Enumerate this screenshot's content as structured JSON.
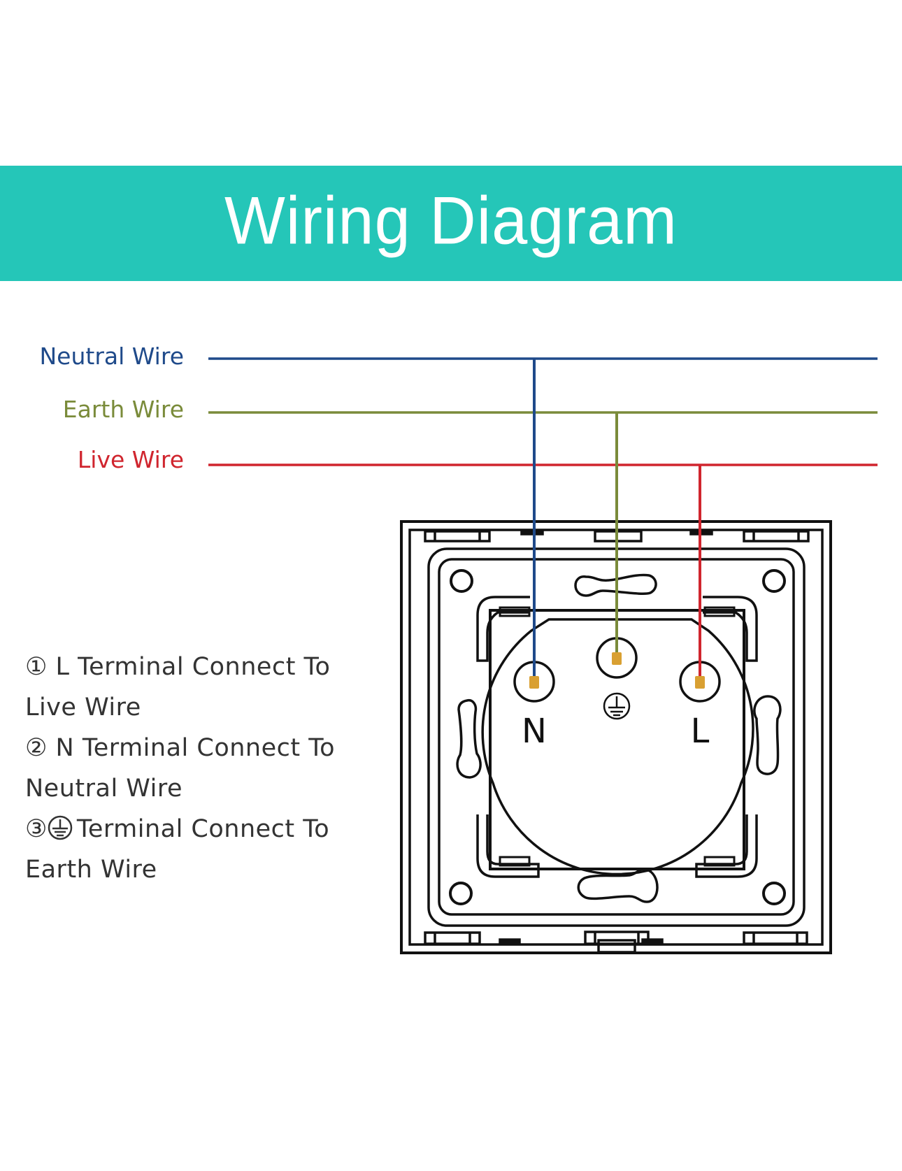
{
  "header": {
    "title": "Wiring Diagram",
    "background_color": "#25C6B8",
    "text_color": "#FFFFFF"
  },
  "wires": [
    {
      "id": "neutral",
      "label": "Neutral Wire",
      "color": "#1F4A8A"
    },
    {
      "id": "earth",
      "label": "Earth Wire",
      "color": "#7A8B3A"
    },
    {
      "id": "live",
      "label": "Live Wire",
      "color": "#D0252E"
    }
  ],
  "instructions": [
    {
      "number_symbol": "①",
      "line1": "L Terminal Connect To",
      "line2": "Live Wire"
    },
    {
      "number_symbol": "②",
      "line1": "N Terminal Connect To",
      "line2": "Neutral Wire"
    },
    {
      "number_symbol": "③",
      "earth_symbol": "⏚",
      "line1": "Terminal Connect To",
      "line2": "Earth Wire"
    }
  ],
  "socket": {
    "terminals": [
      {
        "id": "N",
        "label": "N",
        "wire": "neutral"
      },
      {
        "id": "earth",
        "label": "",
        "icon": "earth-ground-icon",
        "wire": "earth"
      },
      {
        "id": "L",
        "label": "L",
        "wire": "live"
      }
    ],
    "outline_color": "#111111",
    "terminal_pin_color": "#D9A032"
  }
}
